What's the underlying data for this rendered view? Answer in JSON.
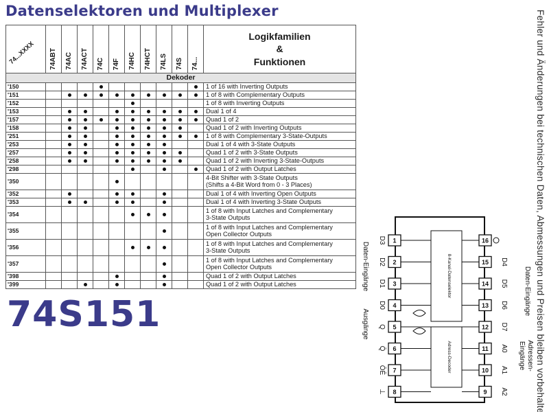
{
  "page": {
    "title": "Datenselektoren und Multiplexer",
    "big_part": "74S151"
  },
  "side_note": "Fehler und Änderungen bei technischen Daten, Abmessungen und Preisen bleiben vorbehalten.",
  "table": {
    "corner_label": "74...XXXX",
    "families": [
      "74ABT",
      "74AC",
      "74ACT",
      "74C",
      "74F",
      "74HC",
      "74HCT",
      "74LS",
      "74S",
      "74..."
    ],
    "functions_header": [
      "Logikfamilien",
      "&",
      "Funktionen"
    ],
    "section": "Dekoder",
    "rows": [
      {
        "type": "'150",
        "dots": [
          0,
          0,
          0,
          1,
          0,
          0,
          0,
          0,
          0,
          1
        ],
        "func": [
          "1 of 16 with Inverting Outputs"
        ]
      },
      {
        "type": "'151",
        "dots": [
          0,
          1,
          1,
          1,
          1,
          1,
          1,
          1,
          1,
          1
        ],
        "func": [
          "1 of 8 with Complementary Outputs"
        ]
      },
      {
        "type": "'152",
        "dots": [
          0,
          0,
          0,
          0,
          0,
          1,
          0,
          0,
          0,
          0
        ],
        "func": [
          "1 of 8 with Inverting Outputs"
        ]
      },
      {
        "type": "'153",
        "dots": [
          0,
          1,
          1,
          0,
          1,
          1,
          1,
          1,
          1,
          1
        ],
        "func": [
          "Dual 1 of 4"
        ]
      },
      {
        "type": "'157",
        "dots": [
          0,
          1,
          1,
          1,
          1,
          1,
          1,
          1,
          1,
          1
        ],
        "func": [
          "Quad 1 of 2"
        ]
      },
      {
        "type": "'158",
        "dots": [
          0,
          1,
          1,
          0,
          1,
          1,
          1,
          1,
          1,
          0
        ],
        "func": [
          "Quad 1 of 2 with Inverting Outputs"
        ]
      },
      {
        "type": "'251",
        "dots": [
          0,
          1,
          1,
          0,
          1,
          1,
          1,
          1,
          1,
          1
        ],
        "func": [
          "1 of 8 with Complementary 3-State-Outputs"
        ]
      },
      {
        "type": "'253",
        "dots": [
          0,
          1,
          1,
          0,
          1,
          1,
          1,
          1,
          0,
          0
        ],
        "func": [
          "Dual 1 of 4 with 3-State Outputs"
        ]
      },
      {
        "type": "'257",
        "dots": [
          0,
          1,
          1,
          0,
          1,
          1,
          1,
          1,
          1,
          0
        ],
        "func": [
          "Quad 1 of 2 with 3-State Outputs"
        ]
      },
      {
        "type": "'258",
        "dots": [
          0,
          1,
          1,
          0,
          1,
          1,
          1,
          1,
          1,
          0
        ],
        "func": [
          "Quad 1 of 2 with Inverting 3-State-Outputs"
        ]
      },
      {
        "type": "'298",
        "dots": [
          0,
          0,
          0,
          0,
          0,
          1,
          0,
          1,
          0,
          1
        ],
        "func": [
          "Quad 1 of 2 with Output Latches"
        ]
      },
      {
        "type": "'350",
        "dots": [
          0,
          0,
          0,
          0,
          1,
          0,
          0,
          0,
          0,
          0
        ],
        "func": [
          "4-Bit Shifter with 3-State Outputs",
          "(Shifts a 4-Bit Word from 0 - 3 Places)"
        ]
      },
      {
        "type": "'352",
        "dots": [
          0,
          1,
          0,
          0,
          1,
          1,
          0,
          1,
          0,
          0
        ],
        "func": [
          "Dual 1 of 4 with Inverting Open Outputs"
        ]
      },
      {
        "type": "'353",
        "dots": [
          0,
          1,
          1,
          0,
          1,
          1,
          0,
          1,
          0,
          0
        ],
        "func": [
          "Dual 1 of 4 with Inverting 3-State Outputs"
        ]
      },
      {
        "type": "'354",
        "dots": [
          0,
          0,
          0,
          0,
          0,
          1,
          1,
          1,
          0,
          0
        ],
        "func": [
          "1 of 8 with Input Latches and Complementary",
          "3-State Outputs"
        ]
      },
      {
        "type": "'355",
        "dots": [
          0,
          0,
          0,
          0,
          0,
          0,
          0,
          1,
          0,
          0
        ],
        "func": [
          "1 of 8 with Input Latches and Complementary",
          "Open Collector Outputs"
        ]
      },
      {
        "type": "'356",
        "dots": [
          0,
          0,
          0,
          0,
          0,
          1,
          1,
          1,
          0,
          0
        ],
        "func": [
          "1 of 8 with Input Latches and Complementary",
          "3-State Outputs"
        ]
      },
      {
        "type": "'357",
        "dots": [
          0,
          0,
          0,
          0,
          0,
          0,
          0,
          1,
          0,
          0
        ],
        "func": [
          "1 of 8 with Input Latches and Complementary",
          "Open Collector Outputs"
        ]
      },
      {
        "type": "'398",
        "dots": [
          0,
          0,
          0,
          0,
          1,
          0,
          0,
          1,
          0,
          0
        ],
        "func": [
          "Quad 1 of 2 with Output Latches"
        ]
      },
      {
        "type": "'399",
        "dots": [
          0,
          0,
          1,
          0,
          1,
          0,
          0,
          1,
          0,
          0
        ],
        "func": [
          "Quad 1 of 2 with Output Latches"
        ]
      }
    ]
  },
  "pinout": {
    "left_pins": [
      {
        "num": "1",
        "label": "D3"
      },
      {
        "num": "2",
        "label": "D2"
      },
      {
        "num": "3",
        "label": "D1"
      },
      {
        "num": "4",
        "label": "D0"
      },
      {
        "num": "5",
        "label": "Q"
      },
      {
        "num": "6",
        "label": "Q̄"
      },
      {
        "num": "7",
        "label": "ŌĒ"
      },
      {
        "num": "8",
        "label": "⊥"
      }
    ],
    "right_pins": [
      {
        "num": "16",
        "label": ""
      },
      {
        "num": "15",
        "label": "D4"
      },
      {
        "num": "14",
        "label": "D5"
      },
      {
        "num": "13",
        "label": "D6"
      },
      {
        "num": "12",
        "label": "D7"
      },
      {
        "num": "11",
        "label": "A0"
      },
      {
        "num": "10",
        "label": "A1"
      },
      {
        "num": "9",
        "label": "A2"
      }
    ],
    "group_left_top": "Daten-Eingänge",
    "group_left_bottom": "Ausgänge",
    "group_right_top": "Daten-Eingänge",
    "group_right_bottom": [
      "Adressen-",
      "Eingänge"
    ],
    "block_top": "8-Kanal-Datenselektor",
    "block_bottom": "Adress-Decoder"
  },
  "colors": {
    "title": "#3b3b8a",
    "ink": "#111111"
  }
}
